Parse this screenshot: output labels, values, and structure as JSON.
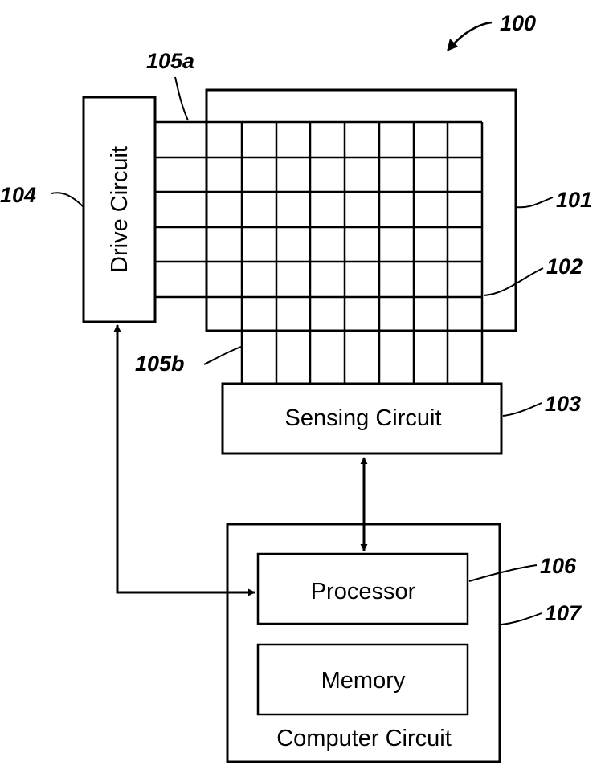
{
  "figure": {
    "number": "100"
  },
  "blocks": {
    "drive_circuit": "Drive Circuit",
    "sensing_circuit": "Sensing Circuit",
    "processor": "Processor",
    "memory": "Memory",
    "computer_circuit": "Computer Circuit"
  },
  "refs": {
    "panel": "101",
    "grid": "102",
    "sensing": "103",
    "drive": "104",
    "drive_lines": "105a",
    "sense_lines": "105b",
    "processor": "106",
    "computer": "107"
  },
  "colors": {
    "ink": "#000000",
    "background": "#ffffff"
  }
}
